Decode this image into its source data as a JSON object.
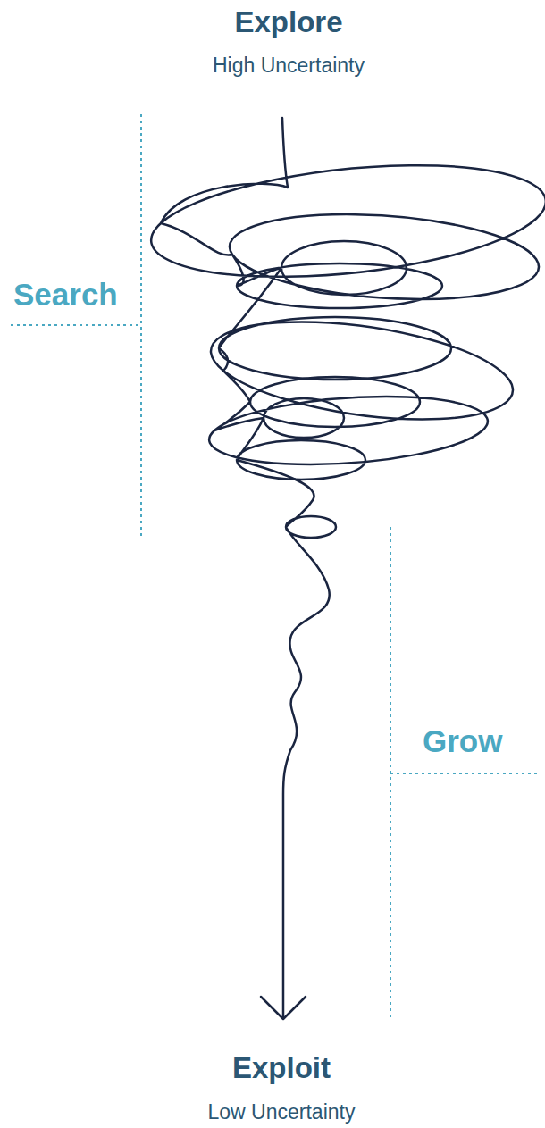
{
  "diagram": {
    "labels": [
      "Explore",
      "High Uncertainty",
      "Search",
      "Grow",
      "Exploit",
      "Low Uncertainty"
    ]
  }
}
